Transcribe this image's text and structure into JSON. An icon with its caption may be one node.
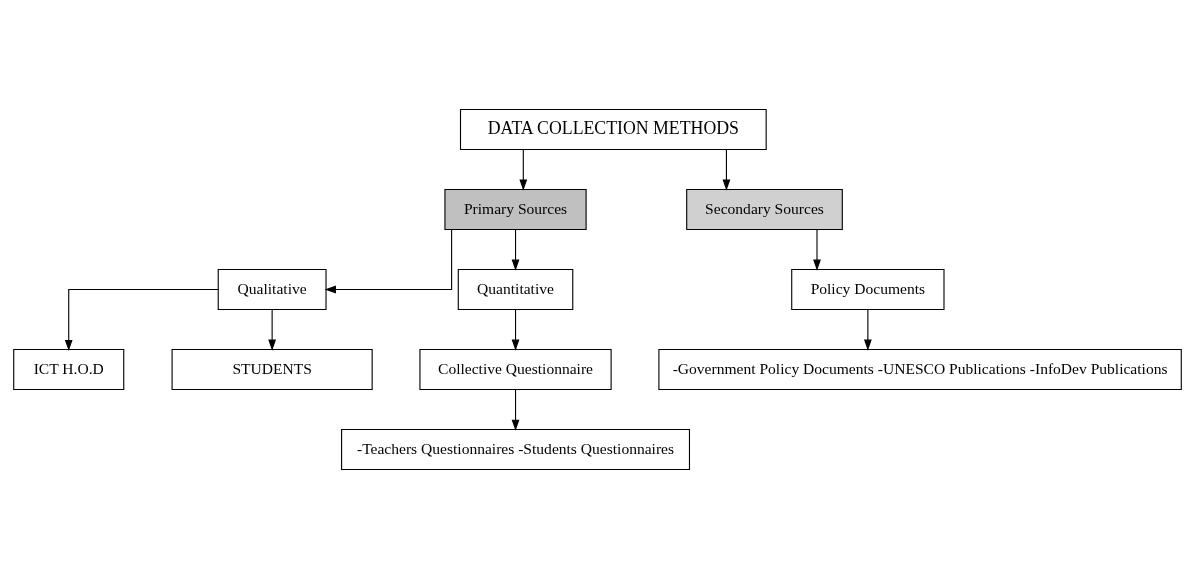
{
  "diagram": {
    "nodes": [
      {
        "text": [
          "DATA COLLECTION METHODS"
        ]
      },
      {
        "text": [
          "Primary Sources"
        ]
      },
      {
        "text": [
          "Secondary Sources"
        ]
      },
      {
        "text": [
          "Qualitative"
        ]
      },
      {
        "text": [
          "Quantitative"
        ]
      },
      {
        "text": [
          "Policy Documents"
        ]
      },
      {
        "text": [
          "-Government Policy Documents -UNESCO Publications -InfoDev Publications"
        ]
      },
      {
        "text": [
          "Collective Questionnaire"
        ]
      },
      {
        "text": [
          "ICT H.O.D"
        ]
      },
      {
        "text": [
          "-Teachers Questionnaires -Students Questionnaires"
        ]
      },
      {
        "text": [
          "STUDENTS"
        ]
      }
    ],
    "edges": [
      {
        "from": 0,
        "to": 1,
        "arrow": "to"
      },
      {
        "from": 0,
        "to": 2,
        "arrow": "to"
      },
      {
        "from": 1,
        "to": 3,
        "arrow": "to"
      },
      {
        "from": 1,
        "to": 4,
        "arrow": "to"
      },
      {
        "from": 2,
        "to": 5,
        "arrow": "to"
      },
      {
        "from": 5,
        "to": 6,
        "arrow": "to"
      },
      {
        "from": 3,
        "to": 8,
        "arrow": "to"
      },
      {
        "from": 3,
        "to": 10,
        "arrow": "to"
      },
      {
        "from": 4,
        "to": 7,
        "arrow": "to"
      },
      {
        "from": 7,
        "to": 9,
        "arrow": "to"
      }
    ]
  }
}
